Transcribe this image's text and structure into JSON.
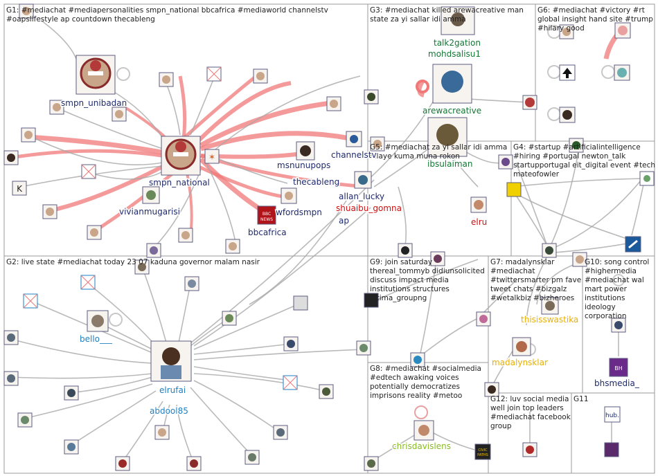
{
  "groups": [
    {
      "id": "G1",
      "text": [
        "G1: #mediachat #mediapersonalities smpn_national bbcafrica #mediaworld channelstv",
        "#oapslifestyle ap countdown thecableng"
      ]
    },
    {
      "id": "G3",
      "text": [
        "G3: #mediachat killed arewacreative man",
        "state za yi sallar idi amma"
      ]
    },
    {
      "id": "G6",
      "text": [
        "G6: #mediachat #victory #rt",
        "global insight hand site #trump",
        "#hilary good"
      ]
    },
    {
      "id": "G5",
      "text": [
        "G5: #mediachat za yi sallar idi amma",
        "fillaye kuma muna rokon"
      ]
    },
    {
      "id": "G4",
      "text": [
        "G4: #startup #artificialintelligence",
        "#hiring #portugal newton_talk",
        "startupportugal eit_digital event #tech",
        "mateofowler"
      ]
    },
    {
      "id": "G2",
      "text": [
        "G2: live state #mediachat today 23 07 kaduna governor malam nasir"
      ]
    },
    {
      "id": "G9",
      "text": [
        "G9: join saturday",
        "thereal_tommyb didiunsolicited",
        "discuss impact media",
        "institutions structures",
        "ultima_groupng"
      ]
    },
    {
      "id": "G7",
      "text": [
        "G7: madalynsklar",
        "#mediachat",
        "#twittersmarter pm fave",
        "tweet chats #bizgalz",
        "#wetalkbiz #bizheroes"
      ]
    },
    {
      "id": "G10",
      "text": [
        "G10: song control",
        "#highermedia",
        "#mediachat wal",
        "mart power",
        "institutions",
        "ideology",
        "corporation"
      ]
    },
    {
      "id": "G8",
      "text": [
        "G8: #mediachat #socialmedia",
        "#edtech awaking voices",
        "potentially democratizes",
        "imprisons reality #metoo"
      ]
    },
    {
      "id": "G12",
      "text": [
        "G12: luv social media",
        "well join top leaders",
        "#mediachat facebook",
        "group"
      ]
    },
    {
      "id": "G11",
      "text": [
        "G11"
      ]
    }
  ],
  "labels": [
    {
      "id": "smpn_unibadan",
      "text": "smpn_unibadan",
      "color": "#1f2a6e"
    },
    {
      "id": "smpn_national",
      "text": "smpn_national",
      "color": "#1f2a6e"
    },
    {
      "id": "vivianmugarisi",
      "text": "vivianmugarisi",
      "color": "#1f2a6e"
    },
    {
      "id": "msnunupops",
      "text": "msnunupops",
      "color": "#1f2a6e"
    },
    {
      "id": "channelstv",
      "text": "channelstv",
      "color": "#1f2a6e"
    },
    {
      "id": "thecableng",
      "text": "thecableng",
      "color": "#1f2a6e"
    },
    {
      "id": "allan_lucky",
      "text": "allan_lucky",
      "color": "#1f2a6e"
    },
    {
      "id": "wfordsmpn",
      "text": "wfordsmpn",
      "color": "#1f2a6e"
    },
    {
      "id": "shuaibu_gomna",
      "text": "shuaibu_gomna",
      "color": "#cc1111"
    },
    {
      "id": "ap",
      "text": "ap",
      "color": "#1f2a6e"
    },
    {
      "id": "bbcafrica",
      "text": "bbcafrica",
      "color": "#1f2a6e"
    },
    {
      "id": "talk2gation",
      "text": "talk2gation",
      "color": "#117733"
    },
    {
      "id": "mohdsalisu1",
      "text": "mohdsalisu1",
      "color": "#117733"
    },
    {
      "id": "arewacreative",
      "text": "arewacreative",
      "color": "#117733"
    },
    {
      "id": "ibsulaiman",
      "text": "ibsulaiman",
      "color": "#117733"
    },
    {
      "id": "elru",
      "text": "elru",
      "color": "#cc1111"
    },
    {
      "id": "bello",
      "text": "bello___",
      "color": "#1f7fc0"
    },
    {
      "id": "elrufai",
      "text": "elrufai",
      "color": "#1f7fc0"
    },
    {
      "id": "abdool85",
      "text": "abdool85",
      "color": "#1f7fc0"
    },
    {
      "id": "thisisswastika",
      "text": "thisisswastika",
      "color": "#e8b000"
    },
    {
      "id": "madalynsklar",
      "text": "madalynsklar",
      "color": "#e8b000"
    },
    {
      "id": "bhsmedia",
      "text": "bhsmedia_",
      "color": "#1f2a6e"
    },
    {
      "id": "chrisdavislens",
      "text": "chrisdavislens",
      "color": "#88bb22"
    }
  ],
  "icons": {
    "smpn_logo": "smpn-logo-icon",
    "bbc_logo": "bbc-news-icon",
    "hub_logo": "hub-logo-icon",
    "civic_logo": "civic-paths-icon",
    "broken_image": "broken-image-icon",
    "heart_up": "arrow-up-icon"
  },
  "colors": {
    "edge_gray": "#a8a8a8",
    "edge_red": "#f07878",
    "label_navy": "#1f2a6e",
    "label_green": "#117733",
    "label_red": "#cc1111",
    "label_blue": "#1f7fc0",
    "label_yellow": "#e8b000",
    "label_lime": "#88bb22"
  }
}
